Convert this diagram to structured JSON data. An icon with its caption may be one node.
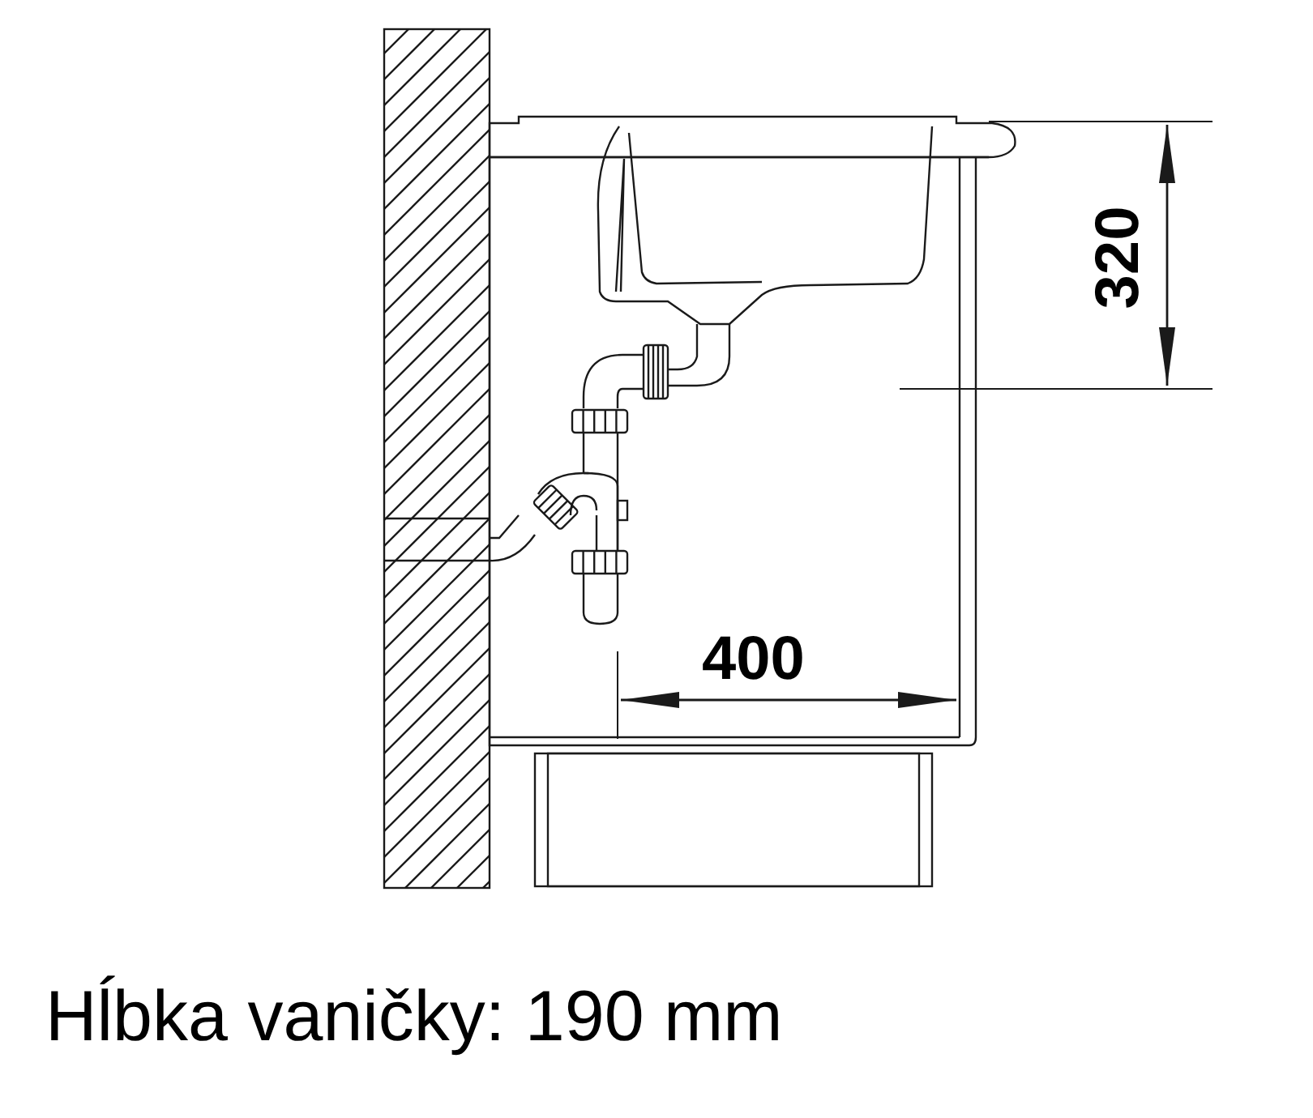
{
  "diagram": {
    "caption": "Hĺbka vaničky: 190 mm",
    "labels": [
      "320",
      "400"
    ]
  }
}
